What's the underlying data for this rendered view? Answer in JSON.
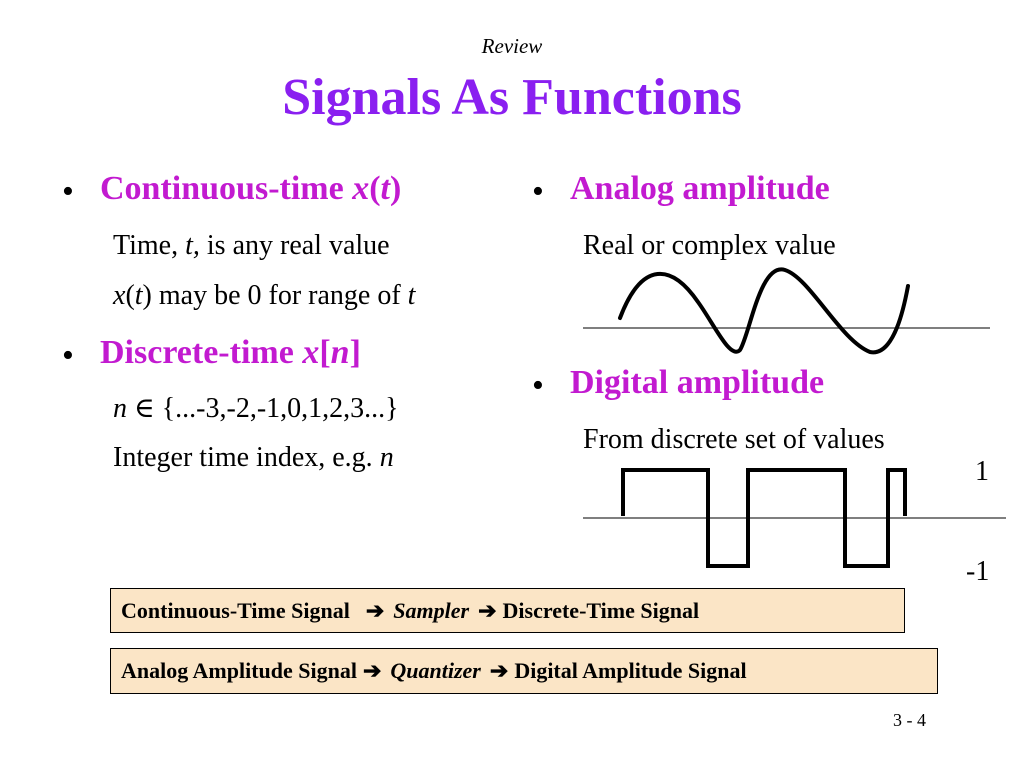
{
  "header": {
    "subtitle": "Review",
    "title": "Signals As Functions"
  },
  "left": {
    "continuous": {
      "label": "Continuous-time ",
      "var": "x",
      "open": "(",
      "arg": "t",
      "close": ")",
      "line1_pre": "Time, ",
      "line1_var": "t,",
      "line1_post": " is any real value",
      "line2_var": "x",
      "line2_open": "(",
      "line2_arg": "t",
      "line2_mid": ") may be 0 for range of ",
      "line2_var2": "t"
    },
    "discrete": {
      "label": "Discrete-time ",
      "var": "x",
      "open": "[",
      "arg": "n",
      "close": "]",
      "line1_var": "n",
      "line1_sym": " ∈ ",
      "line1_set": "{...-3,-2,-1,0,1,2,3...}",
      "line2_pre": "Integer time index, e.g. ",
      "line2_var": "n"
    }
  },
  "right": {
    "analog": {
      "label": "Analog amplitude",
      "desc": "Real or complex value"
    },
    "digital": {
      "label": "Digital amplitude",
      "desc": "From discrete set of values",
      "level_high": "1",
      "level_low": "-1"
    }
  },
  "boxes": {
    "sampler": {
      "left": "Continuous-Time Signal",
      "middle": "Sampler",
      "right": "Discrete-Time Signal"
    },
    "quantizer": {
      "left": "Analog Amplitude Signal",
      "middle": "Quantizer",
      "right": "Digital Amplitude Signal"
    }
  },
  "footer": {
    "page": "3 - 4"
  },
  "colors": {
    "title": "#8a1ff0",
    "heading": "#c21ad0",
    "box_fill": "#fbe5c6"
  },
  "icons": {
    "bullet": "bullet-dot",
    "arrow": "right-arrow-icon"
  }
}
